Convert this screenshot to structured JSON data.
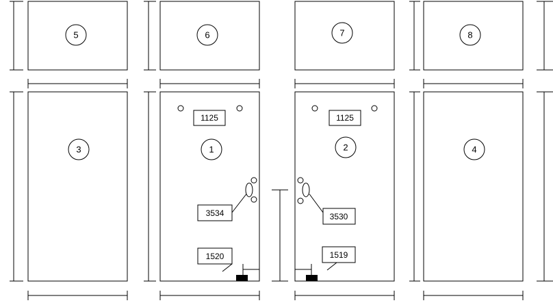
{
  "panels": {
    "p5": "5",
    "p6": "6",
    "p7": "7",
    "p8": "8",
    "p3": "3",
    "p1": "1",
    "p2": "2",
    "p4": "4"
  },
  "labels": {
    "l1125a": "1125",
    "l1125b": "1125",
    "l3534": "3534",
    "l3530": "3530",
    "l1520": "1520",
    "l1519": "1519"
  }
}
